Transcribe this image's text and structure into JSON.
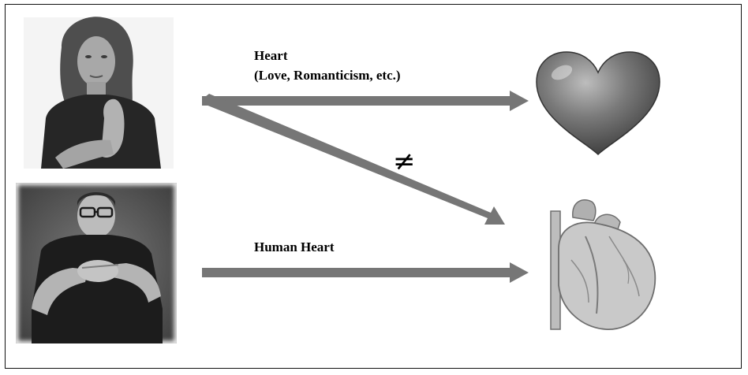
{
  "labels": {
    "heart_title": "Heart",
    "heart_subtitle": "(Love, Romanticism, etc.)",
    "not_equal": "≠",
    "human_heart": "Human Heart"
  },
  "images": {
    "top_person": "woman-signing-heart",
    "bottom_person": "man-signing-human-heart",
    "top_target": "heart-emoji-icon",
    "bottom_target": "anatomical-heart-icon"
  },
  "colors": {
    "arrow": "#767676",
    "heart_fill": "#6a6a6a",
    "anatomy_fill": "#c9c9c9"
  }
}
